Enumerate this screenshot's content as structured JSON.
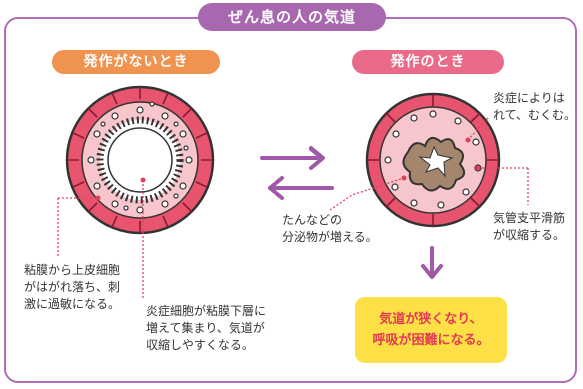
{
  "title": "ぜん息の人の気道",
  "states": {
    "normal": "発作がないとき",
    "attack": "発作のとき"
  },
  "annotations": {
    "inflammation_swelling": [
      "炎症によりは",
      "れて、むくむ。"
    ],
    "smooth_muscle": [
      "気管支平滑筋",
      "が収縮する。"
    ],
    "secretions": [
      "たんなどの",
      "分泌物が増える。"
    ],
    "epithelium": [
      "粘膜から上皮細胞",
      "がはがれ落ち、刺",
      "激に過敏になる。"
    ],
    "inflammatory_cells": [
      "炎症細胞が粘膜下層に",
      "増えて集まり、気道が",
      "収縮しやすくなる。"
    ]
  },
  "result": [
    "気道が狭くなり、",
    "呼吸が困難になる。"
  ],
  "colors": {
    "frame": "#b070b8",
    "title_bg": "#a868b0",
    "normal_pill": "#f19350",
    "attack_pill": "#ea6a8a",
    "muscle": "#e8546e",
    "mucosa": "#f6c6cc",
    "arrow": "#a058a8",
    "result_bg": "#fde046",
    "result_text": "#e43b55",
    "leader": "#e0405a"
  }
}
